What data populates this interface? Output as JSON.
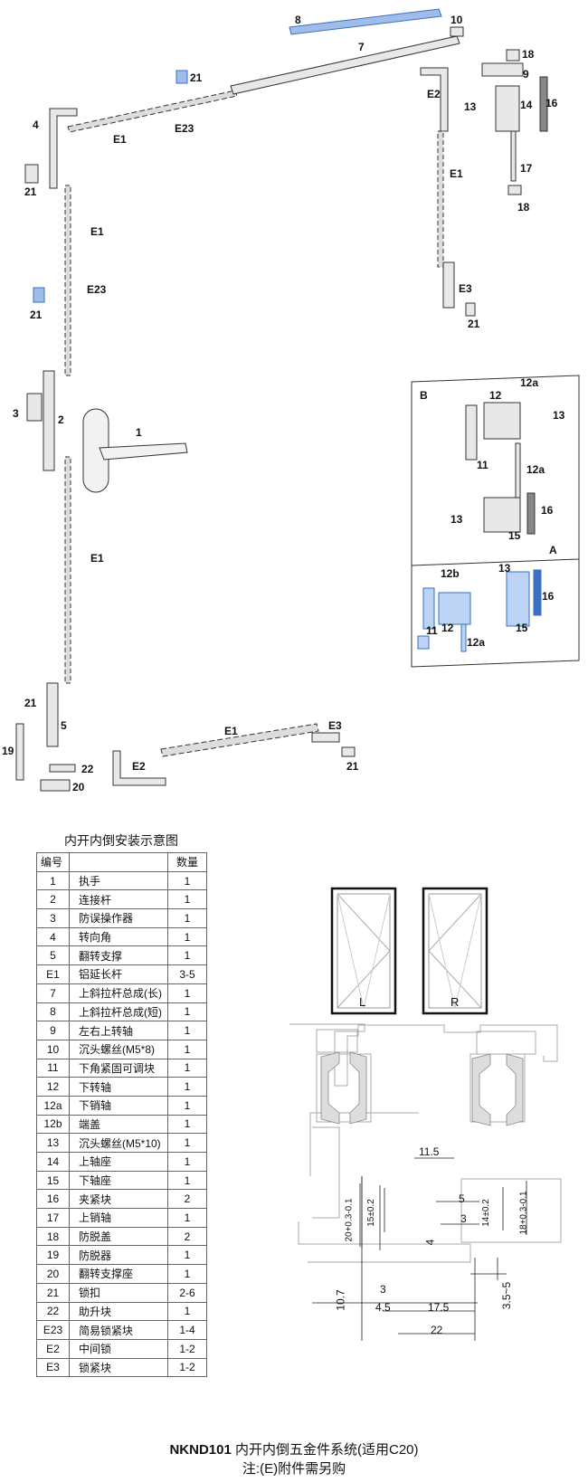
{
  "callouts": [
    {
      "id": "c8",
      "t": "8"
    },
    {
      "id": "c10",
      "t": "10"
    },
    {
      "id": "c7",
      "t": "7"
    },
    {
      "id": "c18a",
      "t": "18"
    },
    {
      "id": "c21a",
      "t": "21"
    },
    {
      "id": "c9",
      "t": "9"
    },
    {
      "id": "cE2a",
      "t": "E2"
    },
    {
      "id": "c13a",
      "t": "13"
    },
    {
      "id": "c14",
      "t": "14"
    },
    {
      "id": "c16a",
      "t": "16"
    },
    {
      "id": "c4",
      "t": "4"
    },
    {
      "id": "cE1a",
      "t": "E1"
    },
    {
      "id": "cE23a",
      "t": "E23"
    },
    {
      "id": "c17",
      "t": "17"
    },
    {
      "id": "c21b",
      "t": "21"
    },
    {
      "id": "c18b",
      "t": "18"
    },
    {
      "id": "cE1b",
      "t": "E1"
    },
    {
      "id": "cE1c",
      "t": "E1"
    },
    {
      "id": "cE23b",
      "t": "E23"
    },
    {
      "id": "cE3a",
      "t": "E3"
    },
    {
      "id": "c21c",
      "t": "21"
    },
    {
      "id": "c21d",
      "t": "21"
    },
    {
      "id": "cB",
      "t": "B"
    },
    {
      "id": "c12a",
      "t": "12"
    },
    {
      "id": "c12aa",
      "t": "12a"
    },
    {
      "id": "c13b",
      "t": "13"
    },
    {
      "id": "c3",
      "t": "3"
    },
    {
      "id": "c2",
      "t": "2"
    },
    {
      "id": "c1",
      "t": "1"
    },
    {
      "id": "c11a",
      "t": "11"
    },
    {
      "id": "c12ab",
      "t": "12a"
    },
    {
      "id": "c13c",
      "t": "13"
    },
    {
      "id": "c16b",
      "t": "16"
    },
    {
      "id": "c15a",
      "t": "15"
    },
    {
      "id": "cA",
      "t": "A"
    },
    {
      "id": "c12b",
      "t": "12b"
    },
    {
      "id": "c13d",
      "t": "13"
    },
    {
      "id": "c16c",
      "t": "16"
    },
    {
      "id": "c11b",
      "t": "11"
    },
    {
      "id": "c12c",
      "t": "12"
    },
    {
      "id": "c15b",
      "t": "15"
    },
    {
      "id": "c12ac",
      "t": "12a"
    },
    {
      "id": "cE1d",
      "t": "E1"
    },
    {
      "id": "c21e",
      "t": "21"
    },
    {
      "id": "c5",
      "t": "5"
    },
    {
      "id": "cE1e",
      "t": "E1"
    },
    {
      "id": "cE3b",
      "t": "E3"
    },
    {
      "id": "c19",
      "t": "19"
    },
    {
      "id": "c22",
      "t": "22"
    },
    {
      "id": "cE2b",
      "t": "E2"
    },
    {
      "id": "c21f",
      "t": "21"
    },
    {
      "id": "c20",
      "t": "20"
    }
  ],
  "table": {
    "title": "内开内倒安装示意图",
    "headers": [
      "编号",
      "",
      "数量"
    ],
    "rows": [
      [
        "1",
        "执手",
        "1"
      ],
      [
        "2",
        "连接杆",
        "1"
      ],
      [
        "3",
        "防误操作器",
        "1"
      ],
      [
        "4",
        "转向角",
        "1"
      ],
      [
        "5",
        "翻转支撑",
        "1"
      ],
      [
        "E1",
        "铝延长杆",
        "3-5"
      ],
      [
        "7",
        "上斜拉杆总成(长)",
        "1"
      ],
      [
        "8",
        "上斜拉杆总成(短)",
        "1"
      ],
      [
        "9",
        "左右上转轴",
        "1"
      ],
      [
        "10",
        "沉头螺丝(M5*8)",
        "1"
      ],
      [
        "11",
        "下角紧固可调块",
        "1"
      ],
      [
        "12",
        "下转轴",
        "1"
      ],
      [
        "12a",
        "下销轴",
        "1"
      ],
      [
        "12b",
        "端盖",
        "1"
      ],
      [
        "13",
        "沉头螺丝(M5*10)",
        "1"
      ],
      [
        "14",
        "上轴座",
        "1"
      ],
      [
        "15",
        "下轴座",
        "1"
      ],
      [
        "16",
        "夹紧块",
        "2"
      ],
      [
        "17",
        "上销轴",
        "1"
      ],
      [
        "18",
        "防脱盖",
        "2"
      ],
      [
        "19",
        "防脱器",
        "1"
      ],
      [
        "20",
        "翻转支撑座",
        "1"
      ],
      [
        "21",
        "锁扣",
        "2-6"
      ],
      [
        "22",
        "助升块",
        "1"
      ],
      [
        "E23",
        "简易锁紧块",
        "1-4"
      ],
      [
        "E2",
        "中间锁",
        "1-2"
      ],
      [
        "E3",
        "锁紧块",
        "1-2"
      ]
    ]
  },
  "windows": {
    "left": "L",
    "right": "R"
  },
  "dimensions": {
    "d11_5": "11.5",
    "d5": "5",
    "d3a": "3",
    "d14": "14±0.2",
    "d18": "18+0.3-0.1",
    "d20": "20+0.3-0.1",
    "d15": "15±0.2",
    "d4": "4",
    "d10_7": "10.7",
    "d3b": "3",
    "d4_5": "4.5",
    "d17_5": "17.5",
    "d22": "22",
    "d3_5": "3.5~5"
  },
  "footer": {
    "model": "NKND101",
    "title": "内开内倒五金件系统(适用C20)",
    "note": "注:(E)附件需另购"
  },
  "colors": {
    "accent_blue": "#3a6fc4",
    "line": "#333333"
  }
}
